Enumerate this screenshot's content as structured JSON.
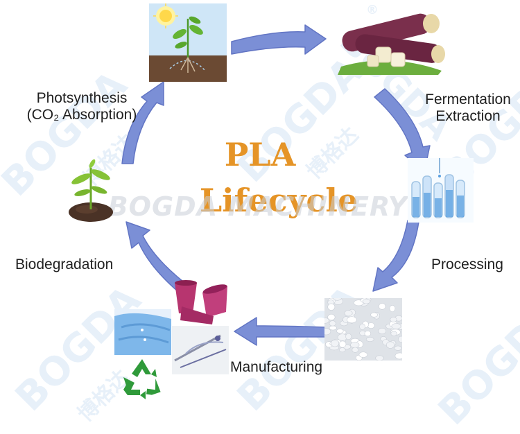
{
  "title": {
    "line1": "PLA",
    "line2": "Lifecycle"
  },
  "watermark": {
    "brand": "BOGDA",
    "chinese": "博格达",
    "center_text": "BOGDA MACHINERY",
    "registered": "®"
  },
  "stages": {
    "photosynthesis": {
      "line1": "Photsynthesis",
      "line2": "(CO₂ Absorption)"
    },
    "fermentation": {
      "line1": "Fermentation",
      "line2": "Extraction"
    },
    "processing": {
      "label": "Processing"
    },
    "manufacturing": {
      "label": "Manufacturing"
    },
    "biodegradation": {
      "label": "Biodegradation"
    }
  },
  "colors": {
    "title": "#e59427",
    "arrow": "#7b8fd6",
    "arrow_edge": "#6275c4",
    "watermark": "#9cc3e6"
  }
}
